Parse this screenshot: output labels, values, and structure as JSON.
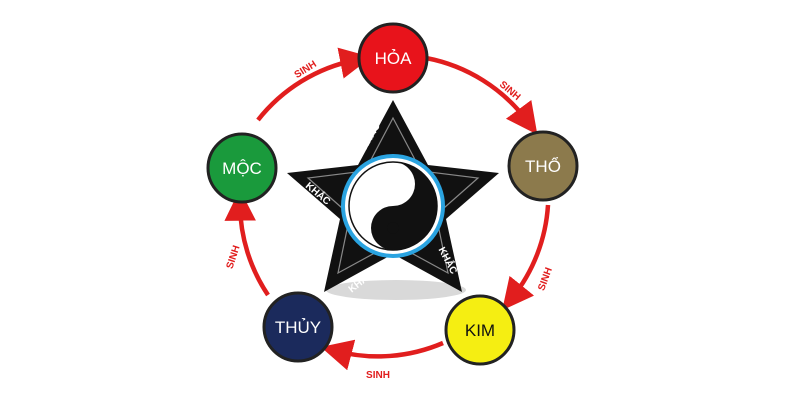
{
  "colors": {
    "cycle": "#e11e1e",
    "star": "#111111",
    "ring": "#2aa3e0",
    "background": "#ffffff"
  },
  "elements": [
    {
      "id": "hoa",
      "label": "HỎA",
      "color": "#e8131b",
      "text_color": "#ffffff"
    },
    {
      "id": "tho",
      "label": "THỔ",
      "color": "#8c7a4c",
      "text_color": "#ffffff"
    },
    {
      "id": "kim",
      "label": "KIM",
      "color": "#f5ee12",
      "text_color": "#111111"
    },
    {
      "id": "thuy",
      "label": "THỦY",
      "color": "#1b2a5c",
      "text_color": "#ffffff"
    },
    {
      "id": "moc",
      "label": "MỘC",
      "color": "#1a9a3c",
      "text_color": "#ffffff"
    }
  ],
  "generating_cycle": {
    "label": "SINH",
    "order": [
      "hoa",
      "tho",
      "kim",
      "thuy",
      "moc"
    ]
  },
  "controlling_cycle": {
    "label": "KHẮC",
    "order": [
      "hoa",
      "kim",
      "moc",
      "tho",
      "thuy"
    ]
  },
  "center_symbol": "yin-yang-icon"
}
